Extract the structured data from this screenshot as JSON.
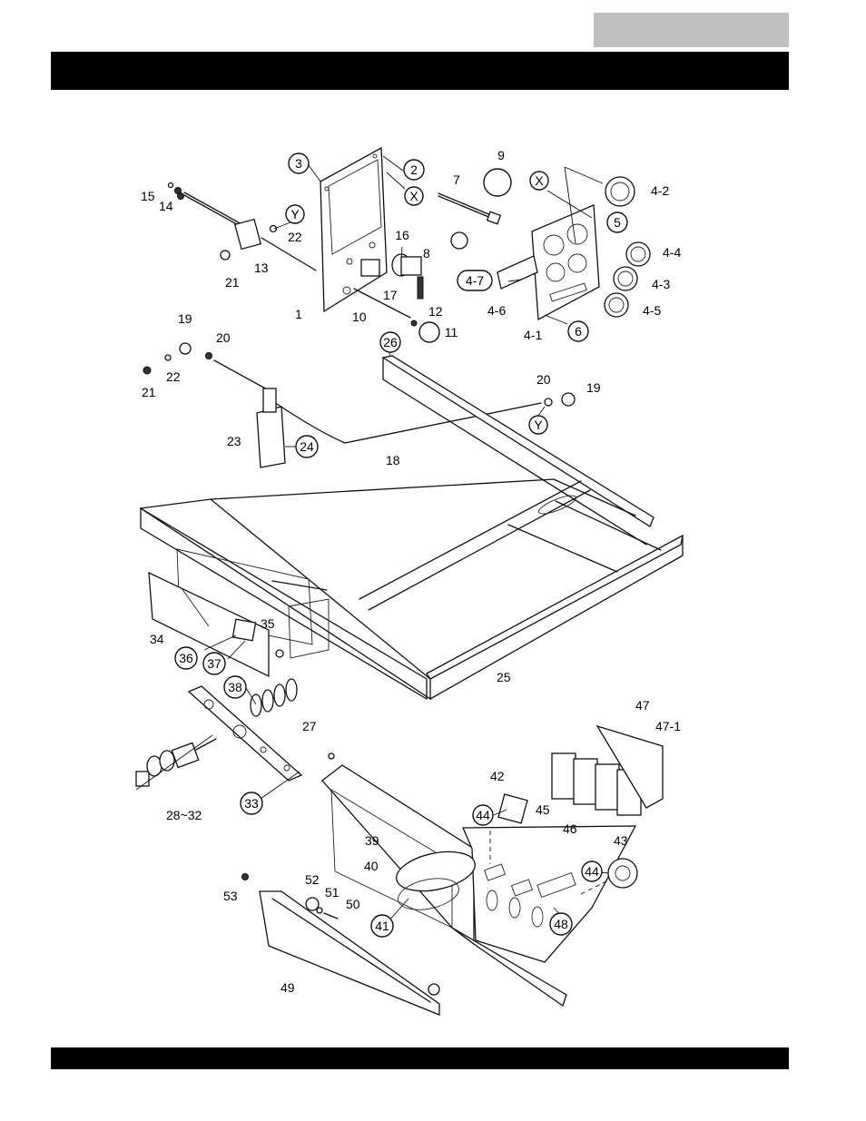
{
  "header": {
    "tab_color": "#c0c0c0",
    "bar_color": "#000000"
  },
  "footer": {
    "bar_color": "#000000"
  },
  "diagram": {
    "callouts": {
      "c3": "3",
      "c2": "2",
      "cX1": "X",
      "cY1": "Y",
      "c16": "16",
      "c9": "9",
      "cX2": "X",
      "c5": "5",
      "c4_7": "4-7",
      "c6": "6",
      "c11": "11",
      "c26": "26",
      "cY2": "Y",
      "c24": "24",
      "c36": "36",
      "c37": "37",
      "c38": "38",
      "c33": "33",
      "c44a": "44",
      "c44b": "44",
      "c41": "41",
      "c48": "48"
    },
    "labels": {
      "l15": "15",
      "l14": "14",
      "l22a": "22",
      "l13": "13",
      "l21a": "21",
      "l1": "1",
      "l10": "10",
      "l17": "17",
      "l12": "12",
      "l7": "7",
      "l8": "8",
      "l4_2": "4-2",
      "l4_4": "4-4",
      "l4_3": "4-3",
      "l4_5": "4-5",
      "l4_6": "4-6",
      "l4_1": "4-1",
      "l19a": "19",
      "l20a": "20",
      "l22b": "22",
      "l21b": "21",
      "l20b": "20",
      "l19b": "19",
      "l23": "23",
      "l18": "18",
      "l34": "34",
      "l35": "35",
      "l25": "25",
      "l27": "27",
      "l28_32": "28~32",
      "l47": "47",
      "l47_1": "47-1",
      "l42": "42",
      "l45": "45",
      "l46": "46",
      "l43": "43",
      "l39": "39",
      "l40": "40",
      "l52": "52",
      "l51": "51",
      "l50": "50",
      "l53": "53",
      "l49": "49"
    }
  }
}
